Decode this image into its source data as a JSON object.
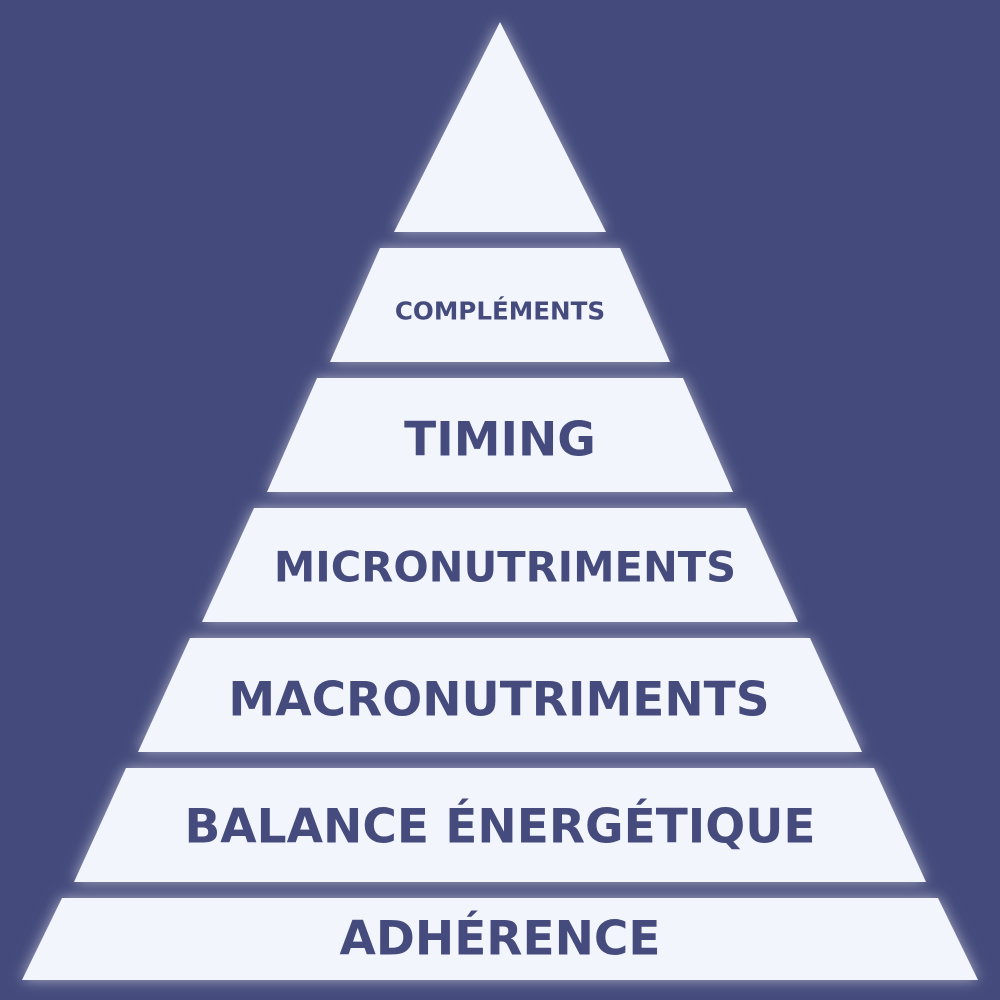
{
  "colors": {
    "background": "#444b7c",
    "tier_fill": "#f3f5fd",
    "text": "#454c7d"
  },
  "pyramid": {
    "tiers": [
      {
        "label": ""
      },
      {
        "label": "COMPLÉMENTS"
      },
      {
        "label": "TIMING"
      },
      {
        "label": "MICRONUTRIMENTS"
      },
      {
        "label": "MACRONUTRIMENTS"
      },
      {
        "label": "BALANCE ÉNERGÉTIQUE"
      },
      {
        "label": "ADHÉRENCE"
      }
    ]
  }
}
